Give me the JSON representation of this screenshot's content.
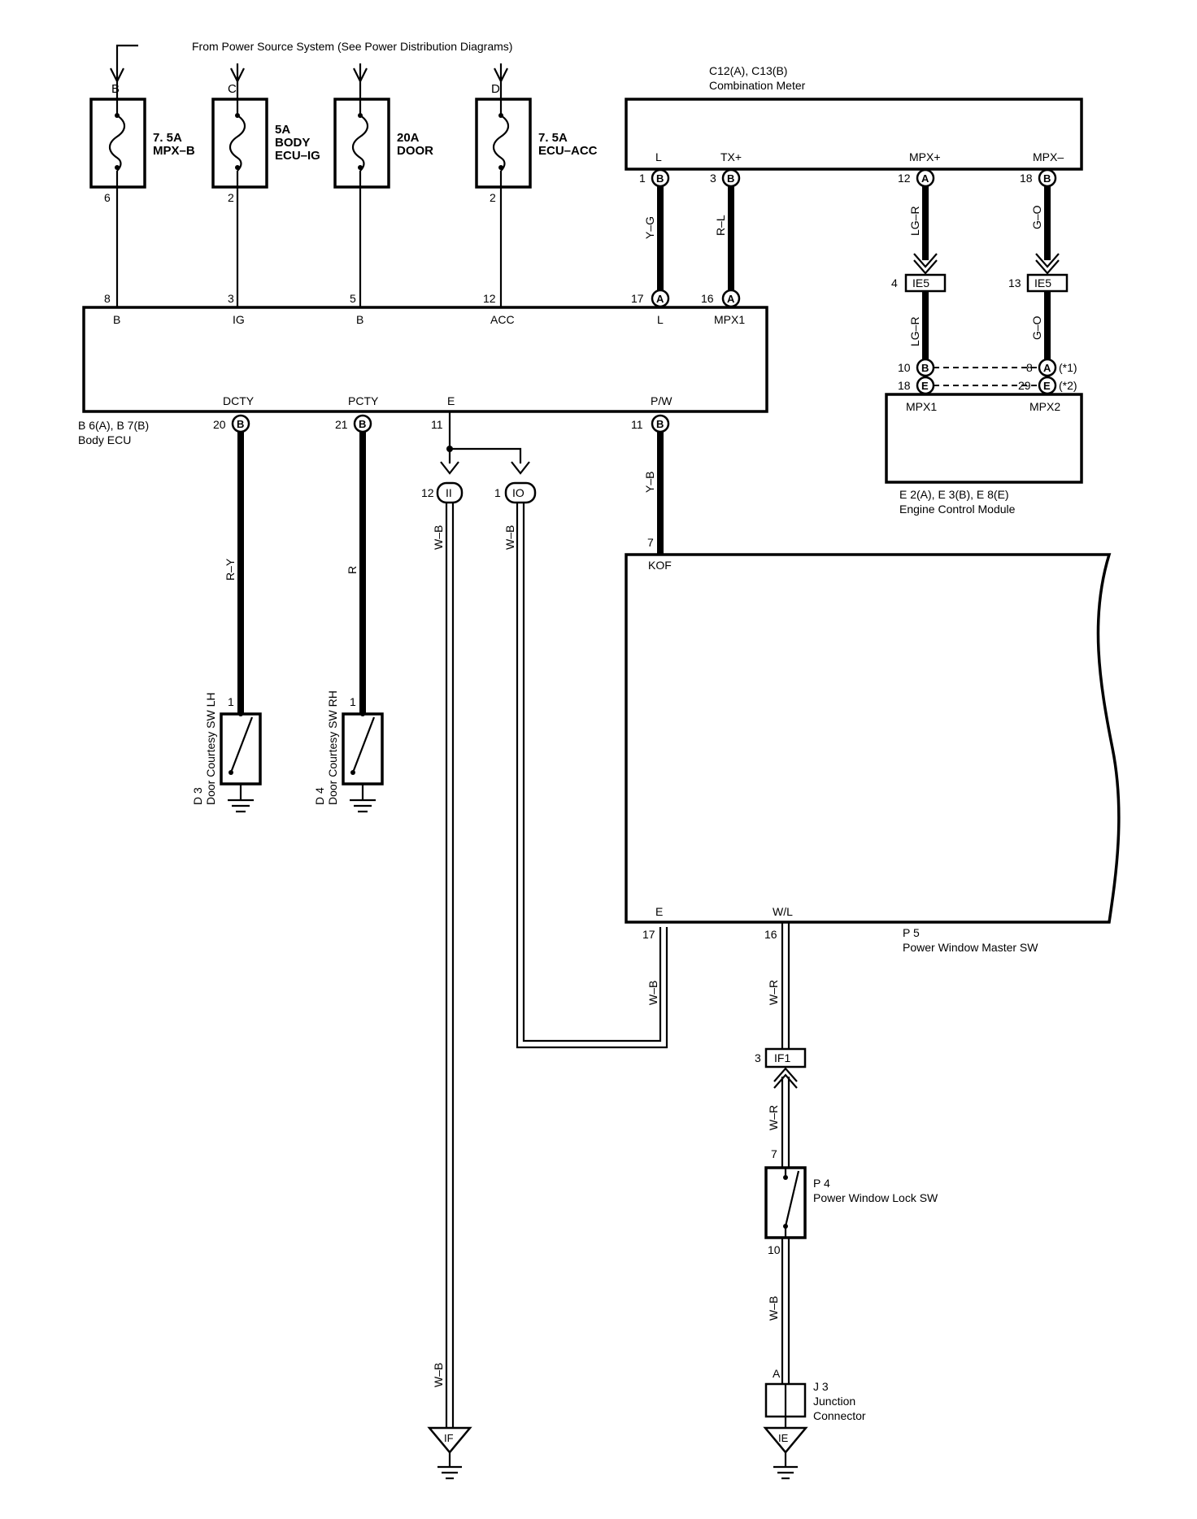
{
  "header": {
    "power_source_note": "From Power Source System (See Power Distribution Diagrams)"
  },
  "fuses": [
    {
      "input": "B",
      "rating": "7. 5A",
      "name": "MPX–B",
      "name2": "",
      "out_pin": "6"
    },
    {
      "input": "C",
      "rating": "5A",
      "name": "BODY",
      "name2": "ECU–IG",
      "out_pin": "2"
    },
    {
      "input": "",
      "rating": "20A",
      "name": "DOOR",
      "name2": "",
      "out_pin": ""
    },
    {
      "input": "D",
      "rating": "7. 5A",
      "name": "ECU–ACC",
      "name2": "",
      "out_pin": "2"
    }
  ],
  "combination_meter": {
    "connectors": "C12(A), C13(B)",
    "name": "Combination Meter",
    "terminals": [
      {
        "label": "L",
        "pin": "1",
        "conn": "B",
        "wire": "Y–G"
      },
      {
        "label": "TX+",
        "pin": "3",
        "conn": "B",
        "wire": "R–L"
      },
      {
        "label": "MPX+",
        "pin": "12",
        "conn": "A",
        "wire": "LG–R"
      },
      {
        "label": "MPX–",
        "pin": "18",
        "conn": "B",
        "wire": "G–O"
      }
    ]
  },
  "junctions": {
    "ie5_left": {
      "pin": "4",
      "name": "IE5",
      "wire": "LG–R"
    },
    "ie5_right": {
      "pin": "13",
      "name": "IE5",
      "wire": "G–O"
    },
    "ii": {
      "pin": "12",
      "name": "II",
      "wire": "W–B"
    },
    "io": {
      "pin": "1",
      "name": "IO",
      "wire": "W–B"
    },
    "if1": {
      "pin": "3",
      "name": "IF1",
      "wire": "W–R"
    }
  },
  "body_ecu": {
    "connectors": "B 6(A), B 7(B)",
    "name": "Body ECU",
    "top_terminals": [
      {
        "pin": "8",
        "label": "B"
      },
      {
        "pin": "3",
        "label": "IG"
      },
      {
        "pin": "5",
        "label": "B"
      },
      {
        "pin": "12",
        "label": "ACC"
      },
      {
        "pin": "17",
        "conn": "A",
        "label": "L"
      },
      {
        "pin": "16",
        "conn": "A",
        "label": "MPX1"
      }
    ],
    "bottom_terminals": [
      {
        "pin": "20",
        "conn": "B",
        "label": "DCTY",
        "wire": "R–Y"
      },
      {
        "pin": "21",
        "conn": "B",
        "label": "PCTY",
        "wire": "R"
      },
      {
        "pin": "11",
        "label": "E"
      },
      {
        "pin": "11",
        "conn": "B",
        "label": "P/W",
        "wire": "Y–B"
      }
    ]
  },
  "ecm": {
    "connectors": "E 2(A), E 3(B), E 8(E)",
    "name": "Engine Control Module",
    "left": {
      "label": "MPX1",
      "pin1": "10",
      "conn1": "B",
      "pin2": "18",
      "conn2": "E"
    },
    "right": {
      "label": "MPX2",
      "pin1": "8",
      "conn1": "A",
      "note1": "(*1)",
      "pin2": "29",
      "conn2": "E",
      "note2": "(*2)"
    }
  },
  "door_switches": [
    {
      "id": "D 3",
      "name": "Door Courtesy SW LH",
      "pin": "1"
    },
    {
      "id": "D 4",
      "name": "Door Courtesy SW RH",
      "pin": "1"
    }
  ],
  "pw_master": {
    "id": "P 5",
    "name": "Power Window Master SW",
    "kof_label": "KOF",
    "kof_pin": "7",
    "e_label": "E",
    "e_pin": "17",
    "e_wire": "W–B",
    "wl_label": "W/L",
    "wl_pin": "16",
    "wl_wire": "W–R"
  },
  "pw_lock": {
    "id": "P 4",
    "name": "Power Window Lock SW",
    "pin_top": "7",
    "pin_bottom": "10",
    "wire_top": "W–R",
    "wire_bottom": "W–B"
  },
  "junction_connector": {
    "id": "J 3",
    "name": "Junction",
    "name2": "Connector",
    "pin": "A"
  },
  "grounds": [
    {
      "label": "IF",
      "wire": "W–B"
    },
    {
      "label": "IE"
    }
  ]
}
